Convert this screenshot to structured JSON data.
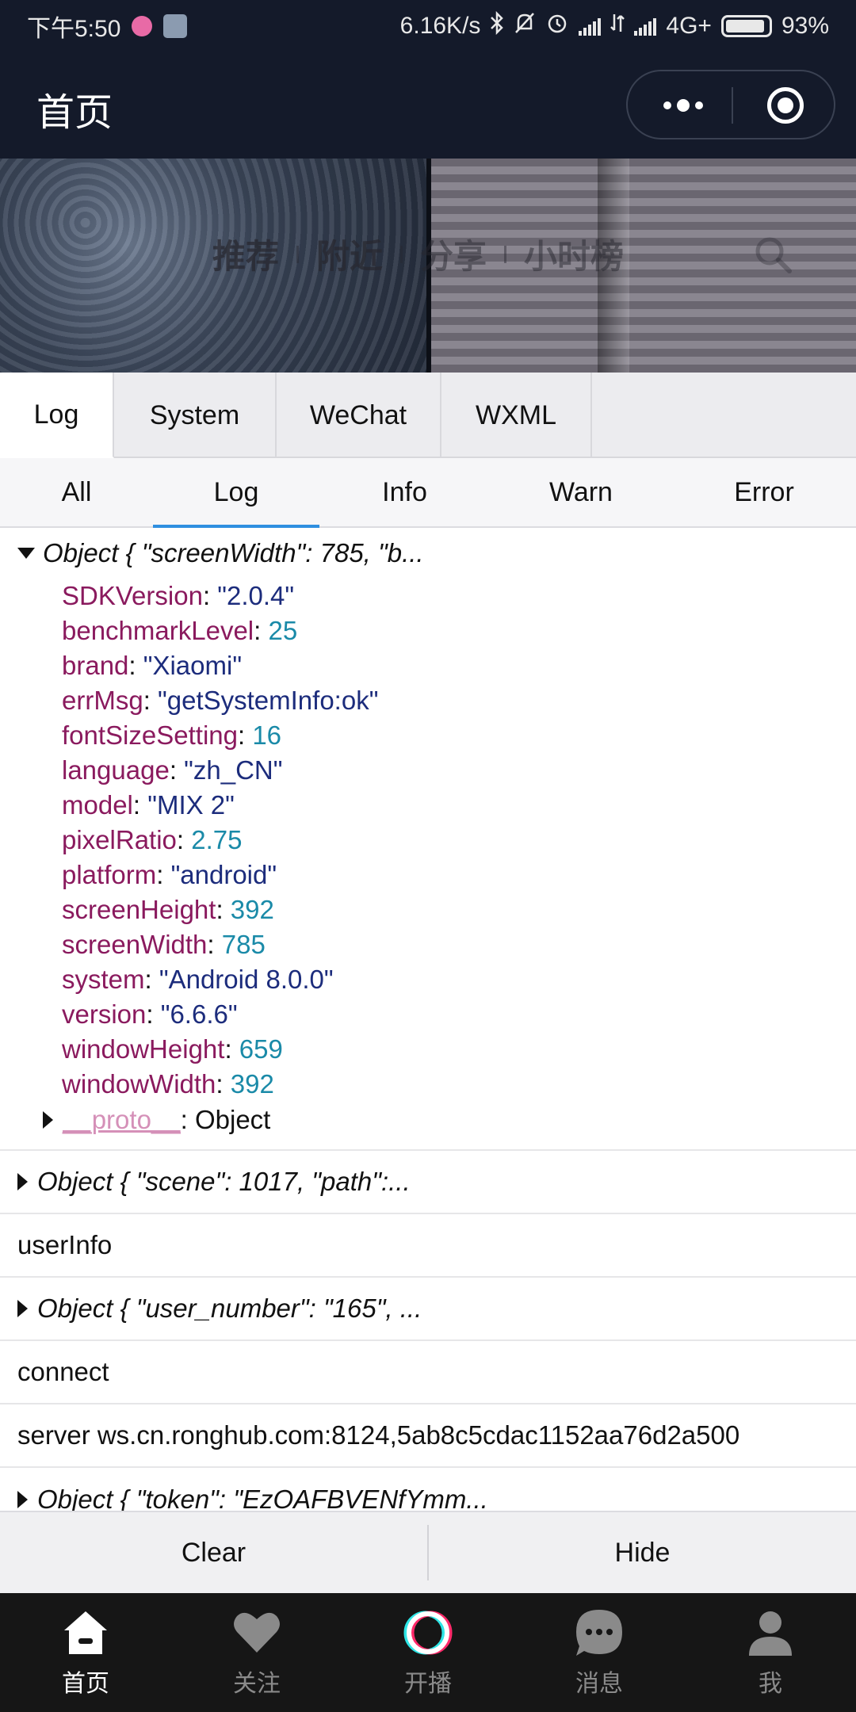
{
  "status_bar": {
    "time": "下午5:50",
    "net_speed": "6.16K/s",
    "network": "4G+",
    "battery_pct": "93%",
    "battery_level": 0.93
  },
  "titlebar": {
    "title": "首页"
  },
  "banner": {
    "nav": [
      "推荐",
      "附近",
      "分享",
      "小时榜"
    ]
  },
  "console": {
    "tabs": [
      "Log",
      "System",
      "WeChat",
      "WXML"
    ],
    "active_tab": "Log",
    "filters": [
      "All",
      "Log",
      "Info",
      "Warn",
      "Error"
    ],
    "active_filter": "Log"
  },
  "log": {
    "entry1": {
      "summary": "Object { \"screenWidth\": 785, \"b...",
      "props": [
        {
          "key": "SDKVersion",
          "value": "\"2.0.4\"",
          "type": "str"
        },
        {
          "key": "benchmarkLevel",
          "value": "25",
          "type": "num"
        },
        {
          "key": "brand",
          "value": "\"Xiaomi\"",
          "type": "str"
        },
        {
          "key": "errMsg",
          "value": "\"getSystemInfo:ok\"",
          "type": "str"
        },
        {
          "key": "fontSizeSetting",
          "value": "16",
          "type": "num"
        },
        {
          "key": "language",
          "value": "\"zh_CN\"",
          "type": "str"
        },
        {
          "key": "model",
          "value": "\"MIX 2\"",
          "type": "str"
        },
        {
          "key": "pixelRatio",
          "value": "2.75",
          "type": "num"
        },
        {
          "key": "platform",
          "value": "\"android\"",
          "type": "str"
        },
        {
          "key": "screenHeight",
          "value": "392",
          "type": "num"
        },
        {
          "key": "screenWidth",
          "value": "785",
          "type": "num"
        },
        {
          "key": "system",
          "value": "\"Android 8.0.0\"",
          "type": "str"
        },
        {
          "key": "version",
          "value": "\"6.6.6\"",
          "type": "str"
        },
        {
          "key": "windowHeight",
          "value": "659",
          "type": "num"
        },
        {
          "key": "windowWidth",
          "value": "392",
          "type": "num"
        }
      ],
      "proto_key": "__proto__",
      "proto_value": ": Object"
    },
    "entry2": "Object { \"scene\": 1017, \"path\":...",
    "entry3": "userInfo",
    "entry4": "Object { \"user_number\": \"165\", ...",
    "entry5": "connect",
    "entry6": "server ws.cn.ronghub.com:8124,5ab8c5cdac1152aa76d2a500",
    "entry7": "Object { \"token\": \"EzOAFBVENfYmm..."
  },
  "actions": {
    "clear": "Clear",
    "hide": "Hide"
  },
  "bottom_nav": {
    "items": [
      {
        "label": "首页",
        "icon": "home-icon"
      },
      {
        "label": "关注",
        "icon": "heart-icon"
      },
      {
        "label": "开播",
        "icon": "live-icon"
      },
      {
        "label": "消息",
        "icon": "message-icon"
      },
      {
        "label": "我",
        "icon": "profile-icon"
      }
    ]
  },
  "colors": {
    "header_bg": "#141a2a",
    "key": "#8a1a5e",
    "string": "#1c2c7c",
    "number": "#1a8aa8",
    "active_filter": "#2f8fe0"
  }
}
